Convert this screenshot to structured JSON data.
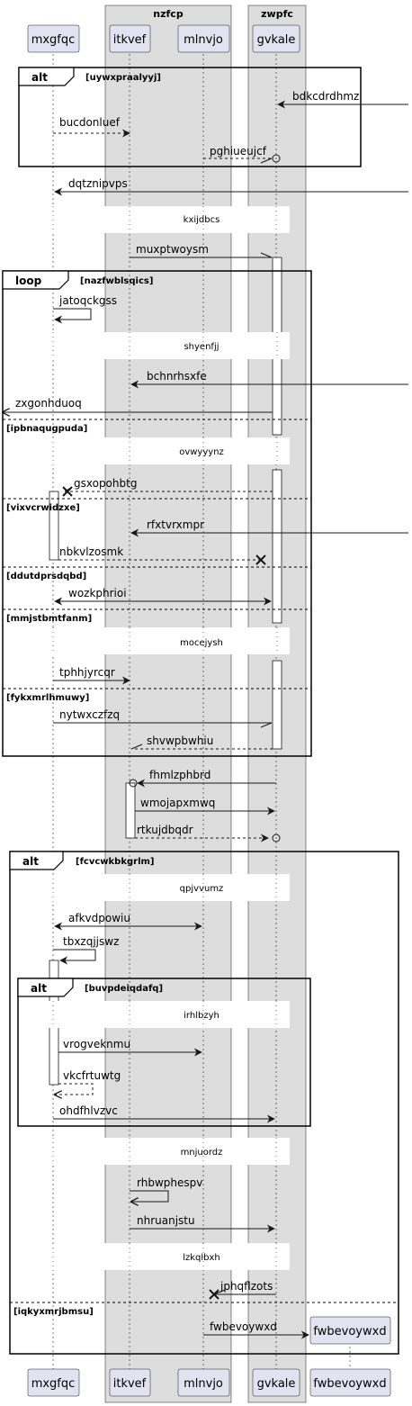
{
  "boxes": [
    {
      "id": "nzfcp",
      "label": "nzfcp"
    },
    {
      "id": "zwpfc",
      "label": "zwpfc"
    }
  ],
  "participants": [
    {
      "id": "mxgfqc",
      "label": "mxgfqc"
    },
    {
      "id": "itkvef",
      "label": "itkvef"
    },
    {
      "id": "mlnvjo",
      "label": "mlnvjo"
    },
    {
      "id": "gvkale",
      "label": "gvkale"
    },
    {
      "id": "fwbevoywxd",
      "label": "fwbevoywxd"
    }
  ],
  "fragments": [
    {
      "id": "f1",
      "kind": "alt",
      "guard": "[uywxpraalyyj]"
    },
    {
      "id": "f2",
      "kind": "loop",
      "guard": "[nazfwblsqics]",
      "else_guards": [
        "[ipbnaqugpuda]",
        "[vixvcrwidzxe]",
        "[ddutdprsdqbd]",
        "[mmjstbmtfanm]",
        "[fykxmrlhmuwy]"
      ]
    },
    {
      "id": "f3",
      "kind": "alt",
      "guard": "[fcvcwkbkgrlm]",
      "else_guards": [
        "[iqkyxmrjbmsu]"
      ]
    },
    {
      "id": "f4",
      "kind": "alt",
      "guard": "[buvpdeiqdafq]"
    }
  ],
  "messages": [
    {
      "id": "m1",
      "label": "bdkcdrdhmz"
    },
    {
      "id": "m2",
      "label": "bucdonluef"
    },
    {
      "id": "m3",
      "label": "pghiueujcf"
    },
    {
      "id": "m4",
      "label": "dqtznipvps"
    },
    {
      "id": "m5",
      "label": "muxptwoysm"
    },
    {
      "id": "m6",
      "label": "jatoqckgss"
    },
    {
      "id": "m7",
      "label": "bchnrhsxfe"
    },
    {
      "id": "m8",
      "label": "zxgonhduoq"
    },
    {
      "id": "m9",
      "label": "gsxopohbtg"
    },
    {
      "id": "m10",
      "label": "rfxtvrxmpr"
    },
    {
      "id": "m11",
      "label": "nbkvlzosmk"
    },
    {
      "id": "m12",
      "label": "wozkphrioi"
    },
    {
      "id": "m13",
      "label": "tphhjyrcqr"
    },
    {
      "id": "m14",
      "label": "nytwxczfzq"
    },
    {
      "id": "m15",
      "label": "shvwpbwhiu"
    },
    {
      "id": "m16",
      "label": "fhmlzphbrd"
    },
    {
      "id": "m17",
      "label": "wmojapxmwq"
    },
    {
      "id": "m18",
      "label": "rtkujdbqdr"
    },
    {
      "id": "m19",
      "label": "afkvdpowiu"
    },
    {
      "id": "m20",
      "label": "tbxzqjjswz"
    },
    {
      "id": "m21",
      "label": "vrogveknmu"
    },
    {
      "id": "m22",
      "label": "vkcfrtuwtg"
    },
    {
      "id": "m23",
      "label": "ohdfhlvzvc"
    },
    {
      "id": "m24",
      "label": "rhbwphespv"
    },
    {
      "id": "m25",
      "label": "nhruanjstu"
    },
    {
      "id": "m26",
      "label": "jphqflzots"
    },
    {
      "id": "m27",
      "label": "fwbevoywxd"
    }
  ],
  "delays": [
    {
      "id": "d1",
      "label": "kxijdbcs"
    },
    {
      "id": "d2",
      "label": "shyenfjj"
    },
    {
      "id": "d3",
      "label": "ovwyyynz"
    },
    {
      "id": "d4",
      "label": "mocejysh"
    },
    {
      "id": "d5",
      "label": "qpjvvumz"
    },
    {
      "id": "d6",
      "label": "irhlbzyh"
    },
    {
      "id": "d7",
      "label": "mnjuordz"
    },
    {
      "id": "d8",
      "label": "lzkqlbxh"
    }
  ],
  "colors": {
    "box_fill": "#dddddd",
    "participant_fill": "#e2e2f0",
    "participant_border": "#181818",
    "line": "#181818",
    "lifeline": "#181818"
  }
}
